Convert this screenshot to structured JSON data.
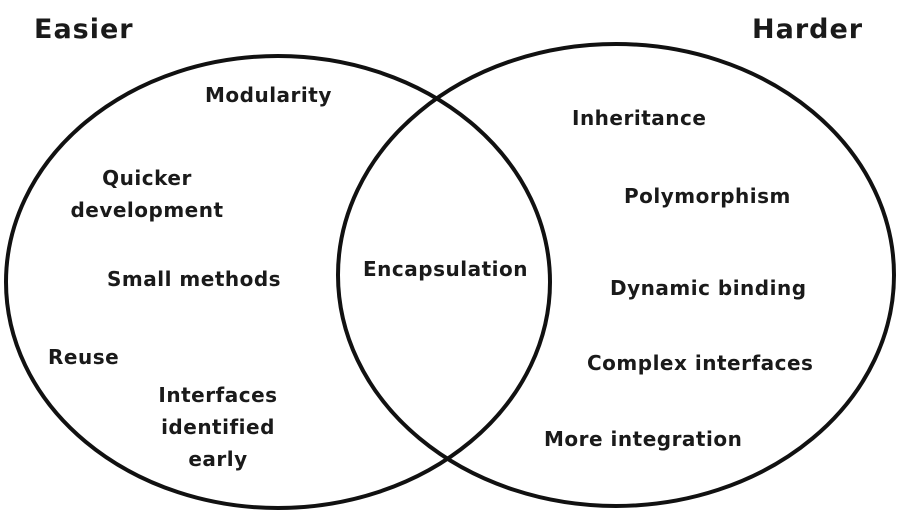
{
  "left": {
    "heading": "Easier",
    "items": {
      "modularity": "Modularity",
      "quicker_line1": "Quicker",
      "quicker_line2": "development",
      "small_methods": "Small methods",
      "reuse": "Reuse",
      "interfaces_line1": "Interfaces",
      "interfaces_line2": "identified",
      "interfaces_line3": "early"
    }
  },
  "overlap": {
    "item": "Encapsulation"
  },
  "right": {
    "heading": "Harder",
    "items": {
      "inheritance": "Inheritance",
      "polymorphism": "Polymorphism",
      "dynamic_binding": "Dynamic binding",
      "complex_interfaces": "Complex interfaces",
      "more_integration": "More integration"
    }
  }
}
